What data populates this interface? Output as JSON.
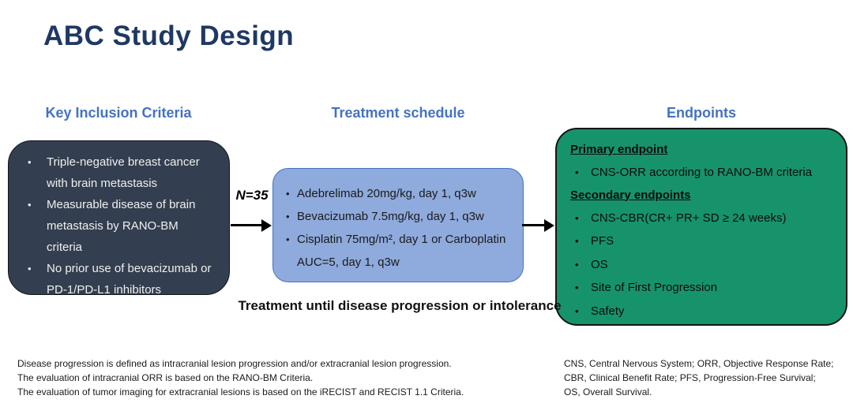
{
  "title": "ABC Study Design",
  "inclusion": {
    "header": "Key Inclusion Criteria",
    "bullets": [
      "Triple-negative breast cancer with brain metastasis",
      "Measurable disease of brain metastasis by RANO-BM criteria",
      "No prior use of bevacizumab or PD-1/PD-L1 inhibitors"
    ]
  },
  "treatment": {
    "header": "Treatment schedule",
    "n_label": "N=35",
    "bullets": [
      "Adebrelimab 20mg/kg, day 1, q3w",
      "Bevacizumab 7.5mg/kg, day 1, q3w",
      "Cisplatin 75mg/m², day 1 or Carboplatin AUC=5, day 1, q3w"
    ],
    "note": "Treatment until disease progression or intolerance"
  },
  "endpoints": {
    "header": "Endpoints",
    "primary_label": "Primary endpoint",
    "primary_bullets": [
      "CNS-ORR according to RANO-BM criteria"
    ],
    "secondary_label": "Secondary endpoints",
    "secondary_bullets": [
      "CNS-CBR(CR+ PR+ SD ≥ 24 weeks)",
      "PFS",
      "OS",
      "Site of First Progression",
      "Safety"
    ]
  },
  "footnotes_left": [
    "Disease progression is defined as intracranial lesion progression and/or extracranial lesion progression.",
    "The evaluation of intracranial ORR is based on the RANO-BM Criteria.",
    "The evaluation of tumor imaging for extracranial lesions is based on the iRECIST and RECIST 1.1 Criteria."
  ],
  "footnotes_right": [
    "CNS, Central Nervous System;  ORR, Objective Response Rate;",
    "CBR, Clinical Benefit Rate; PFS, Progression-Free Survival;",
    "OS, Overall Survival."
  ],
  "colors": {
    "title_navy": "#1F3864",
    "header_blue": "#4472C4",
    "dark_box_fill": "#333F50",
    "blue_box_fill": "#8FAADC",
    "blue_box_border": "#4472C4",
    "green_box_fill": "#17936B",
    "arrow_black": "#000000"
  }
}
